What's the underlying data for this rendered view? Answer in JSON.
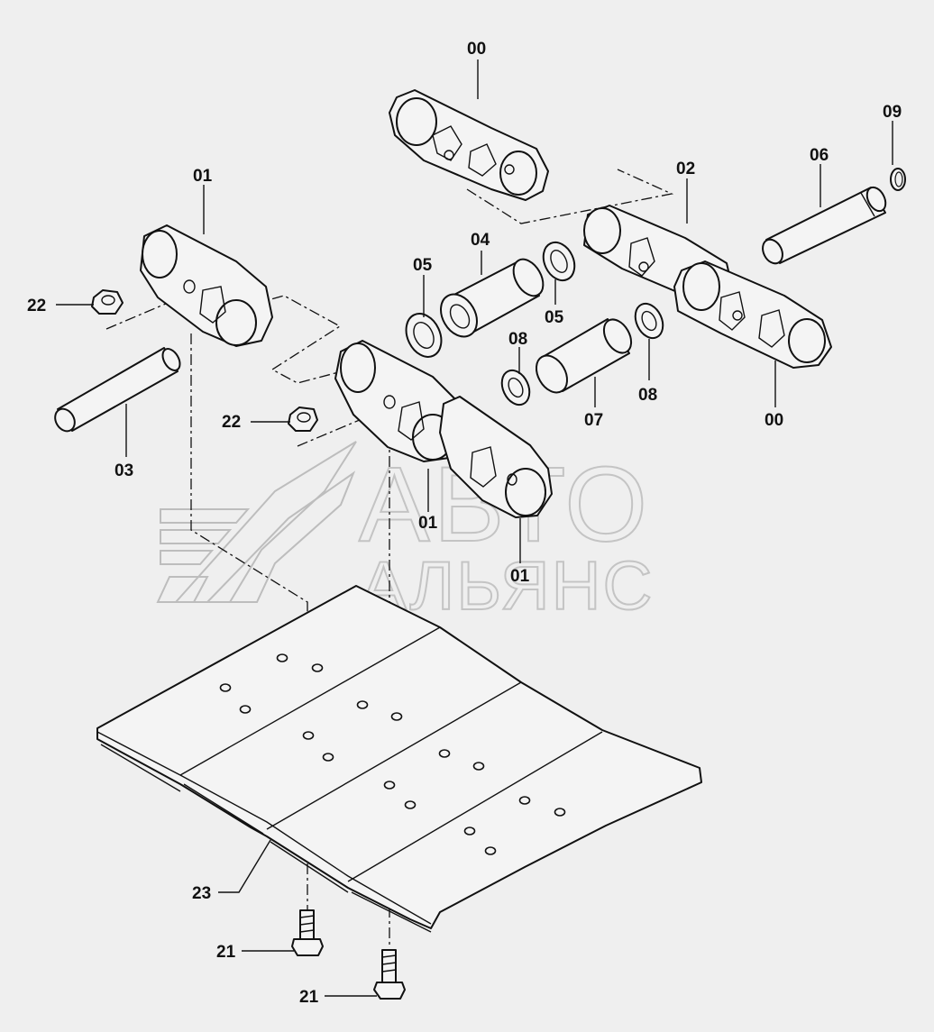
{
  "watermark": {
    "line1": "АВТО",
    "line2": "АЛЬЯНС",
    "logo_icon": "avtoalyans-logo-icon"
  },
  "labels": {
    "link_top": "00",
    "link_right": "00",
    "master_link_right": "02",
    "link_left": "01",
    "link_center_a": "01",
    "link_center_b": "01",
    "pin_left": "03",
    "bushing": "04",
    "seal_left": "05",
    "seal_right": "05",
    "pin_right": "06",
    "spacer": "07",
    "spacer_ring_left": "08",
    "spacer_ring_right": "08",
    "snap_ring": "09",
    "bolt_left": "21",
    "bolt_right": "21",
    "nut_left": "22",
    "nut_center": "22",
    "shoe_plate": "23"
  }
}
